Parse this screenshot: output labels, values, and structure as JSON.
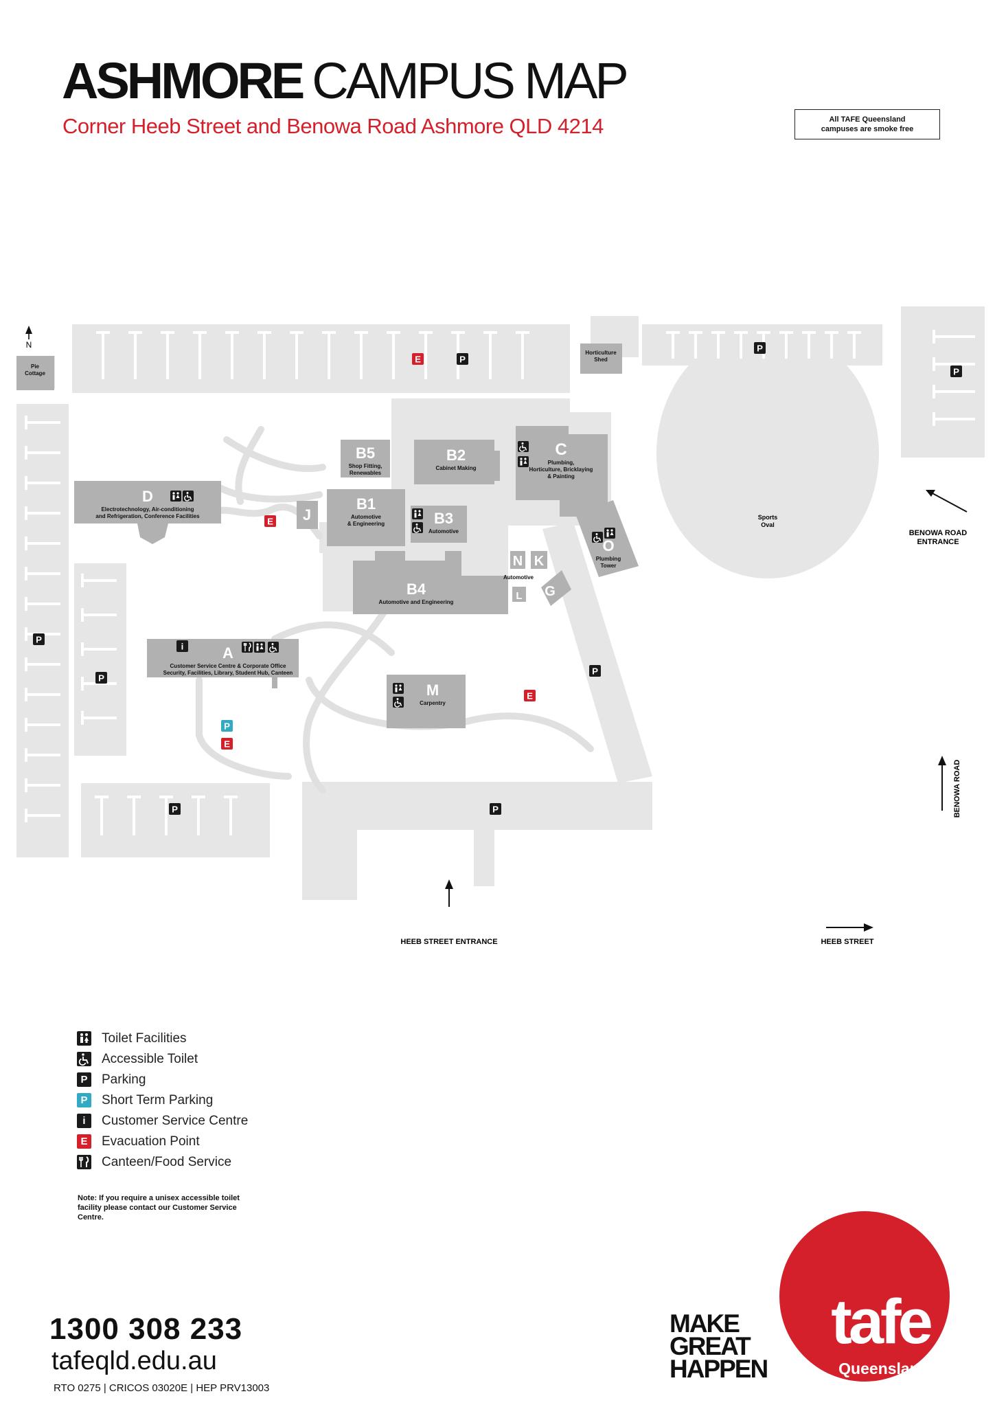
{
  "header": {
    "title_bold": "ASHMORE",
    "title_light": "CAMPUS MAP",
    "subtitle": "Corner Heeb Street and Benowa Road Ashmore QLD 4214",
    "smoke_free_line1": "All TAFE Queensland",
    "smoke_free_line2": "campuses are smoke free"
  },
  "colors": {
    "accent_red": "#d4202b",
    "short_term_teal": "#33aac3",
    "building_grey": "#b1b1b1",
    "ground_grey": "#e6e6e6",
    "road_grey": "#dcdcdc"
  },
  "map": {
    "north_label": "N",
    "buildings": [
      {
        "id": "pie",
        "code": "",
        "name": "Pie\nCottage"
      },
      {
        "id": "hort",
        "code": "",
        "name": "Horticulture\nShed"
      },
      {
        "id": "D",
        "code": "D",
        "name": "Electrotechnology, Air-conditioning\nand Refrigeration, Conference Facilities"
      },
      {
        "id": "J",
        "code": "J",
        "name": ""
      },
      {
        "id": "B5",
        "code": "B5",
        "name": "Shop Fitting,\nRenewables"
      },
      {
        "id": "B1",
        "code": "B1",
        "name": "Automotive\n& Engineering"
      },
      {
        "id": "B2",
        "code": "B2",
        "name": "Cabinet Making"
      },
      {
        "id": "B3",
        "code": "B3",
        "name": "Automotive"
      },
      {
        "id": "C",
        "code": "C",
        "name": "Plumbing,\nHorticulture, Bricklaying\n& Painting"
      },
      {
        "id": "B4",
        "code": "B4",
        "name": "Automotive and Engineering"
      },
      {
        "id": "N",
        "code": "N",
        "name": ""
      },
      {
        "id": "K",
        "code": "K",
        "name": ""
      },
      {
        "id": "L",
        "code": "L",
        "name": ""
      },
      {
        "id": "G",
        "code": "G",
        "name": ""
      },
      {
        "id": "O",
        "code": "O",
        "name": "Plumbing\nTower"
      },
      {
        "id": "A",
        "code": "A",
        "name": "Customer Service Centre & Corporate Office\nSecurity, Facilities, Library, Student Hub, Canteen"
      },
      {
        "id": "M",
        "code": "M",
        "name": "Carpentry"
      }
    ],
    "nk_label": "Automotive",
    "sports_oval": "Sports\nOval",
    "benowa_entrance": "BENOWA ROAD\nENTRANCE",
    "benowa_road": "BENOWA ROAD",
    "heeb_entrance": "HEEB STREET ENTRANCE",
    "heeb_street": "HEEB STREET"
  },
  "legend": [
    {
      "symbol": "toilet-icon",
      "label": "Toilet Facilities"
    },
    {
      "symbol": "accessible-toilet-icon",
      "label": "Accessible Toilet"
    },
    {
      "symbol": "parking-icon",
      "label": "Parking"
    },
    {
      "symbol": "short-term-parking-icon",
      "label": "Short Term Parking"
    },
    {
      "symbol": "info-icon",
      "label": "Customer Service Centre"
    },
    {
      "symbol": "evacuation-icon",
      "label": "Evacuation Point"
    },
    {
      "symbol": "canteen-icon",
      "label": "Canteen/Food Service"
    }
  ],
  "note": "Note: If you require a unisex accessible toilet facility please contact our Customer Service Centre.",
  "footer": {
    "phone": "1300 308 233",
    "website": "tafeqld.edu.au",
    "registration": "RTO 0275 | CRICOS 03020E | HEP PRV13003",
    "slogan": [
      "MAKE",
      "GREAT",
      "HAPPEN"
    ],
    "logo_word": "tafe",
    "logo_state": "Queensland"
  }
}
